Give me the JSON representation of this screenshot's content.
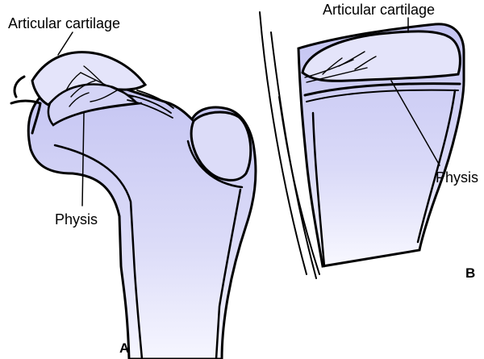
{
  "labels": {
    "a_cartilage": "Articular cartilage",
    "a_physis": "Physis",
    "b_cartilage": "Articular cartilage",
    "b_physis": "Physis"
  },
  "panels": {
    "a": "A",
    "b": "B"
  },
  "colors": {
    "bone_fill": "#c8c8f4",
    "bone_fill_light": "#f2f2ff",
    "cartilage_fill": "#e4e4fa",
    "outline": "#000000",
    "background": "#ffffff"
  }
}
